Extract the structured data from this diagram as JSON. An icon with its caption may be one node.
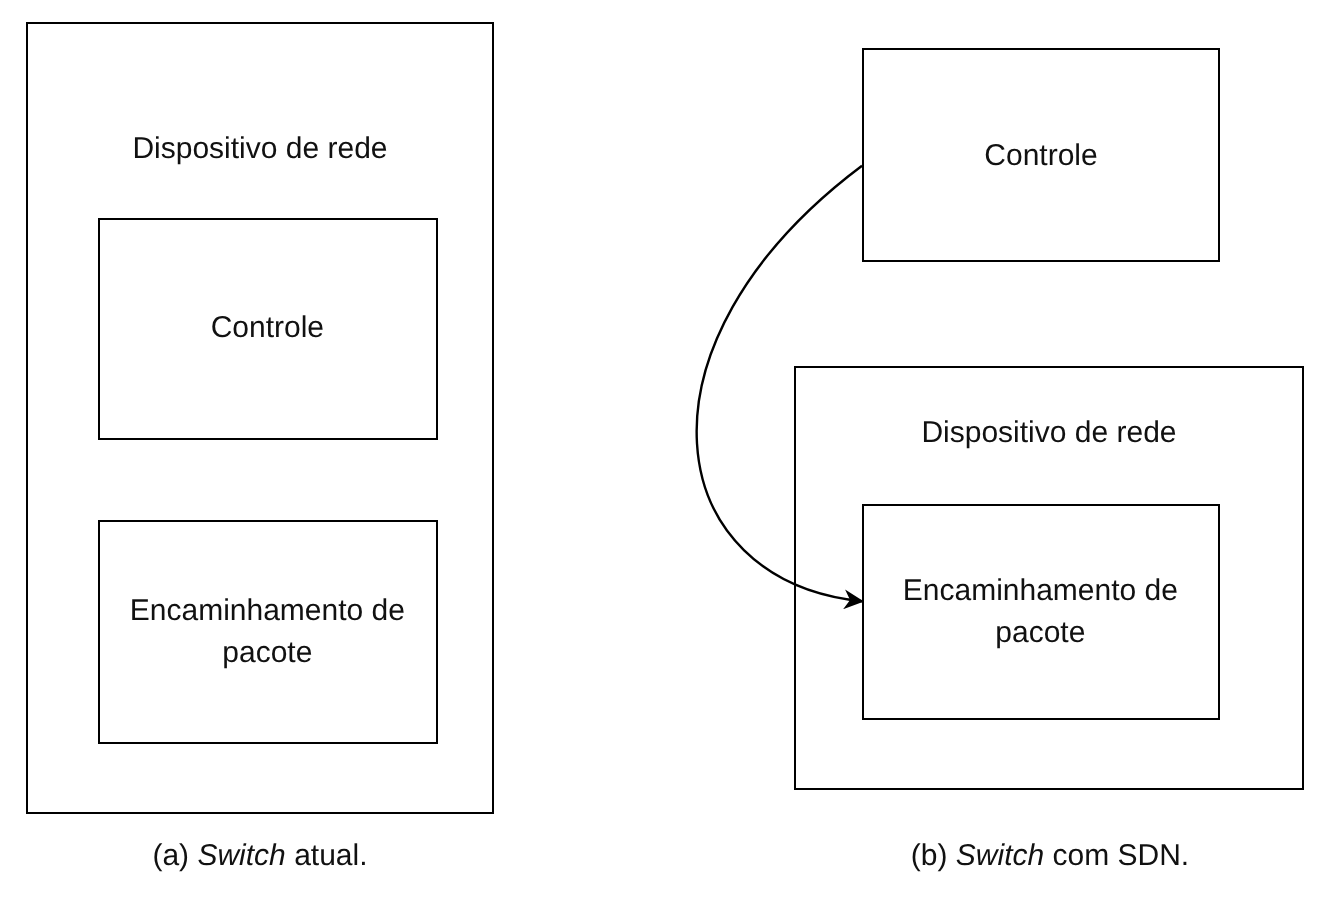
{
  "diagram": {
    "nodes": [
      {
        "text": [
          "Dispositivo de rede"
        ]
      },
      {
        "text": [
          "Controle"
        ],
        "in": 0
      },
      {
        "text": [
          "Encaminhamento de pacote"
        ],
        "in": 0
      },
      {
        "text": [
          "Controle"
        ]
      },
      {
        "text": [
          "Dispositivo de rede"
        ]
      },
      {
        "text": [
          "Encaminhamento de pacote"
        ],
        "in": 4
      }
    ],
    "edges": [
      {
        "from": 3,
        "to": 5,
        "arrow": "to"
      }
    ],
    "labels": [
      "(a)  *Switch* atual.",
      "(b)  *Switch* com SDN."
    ]
  }
}
